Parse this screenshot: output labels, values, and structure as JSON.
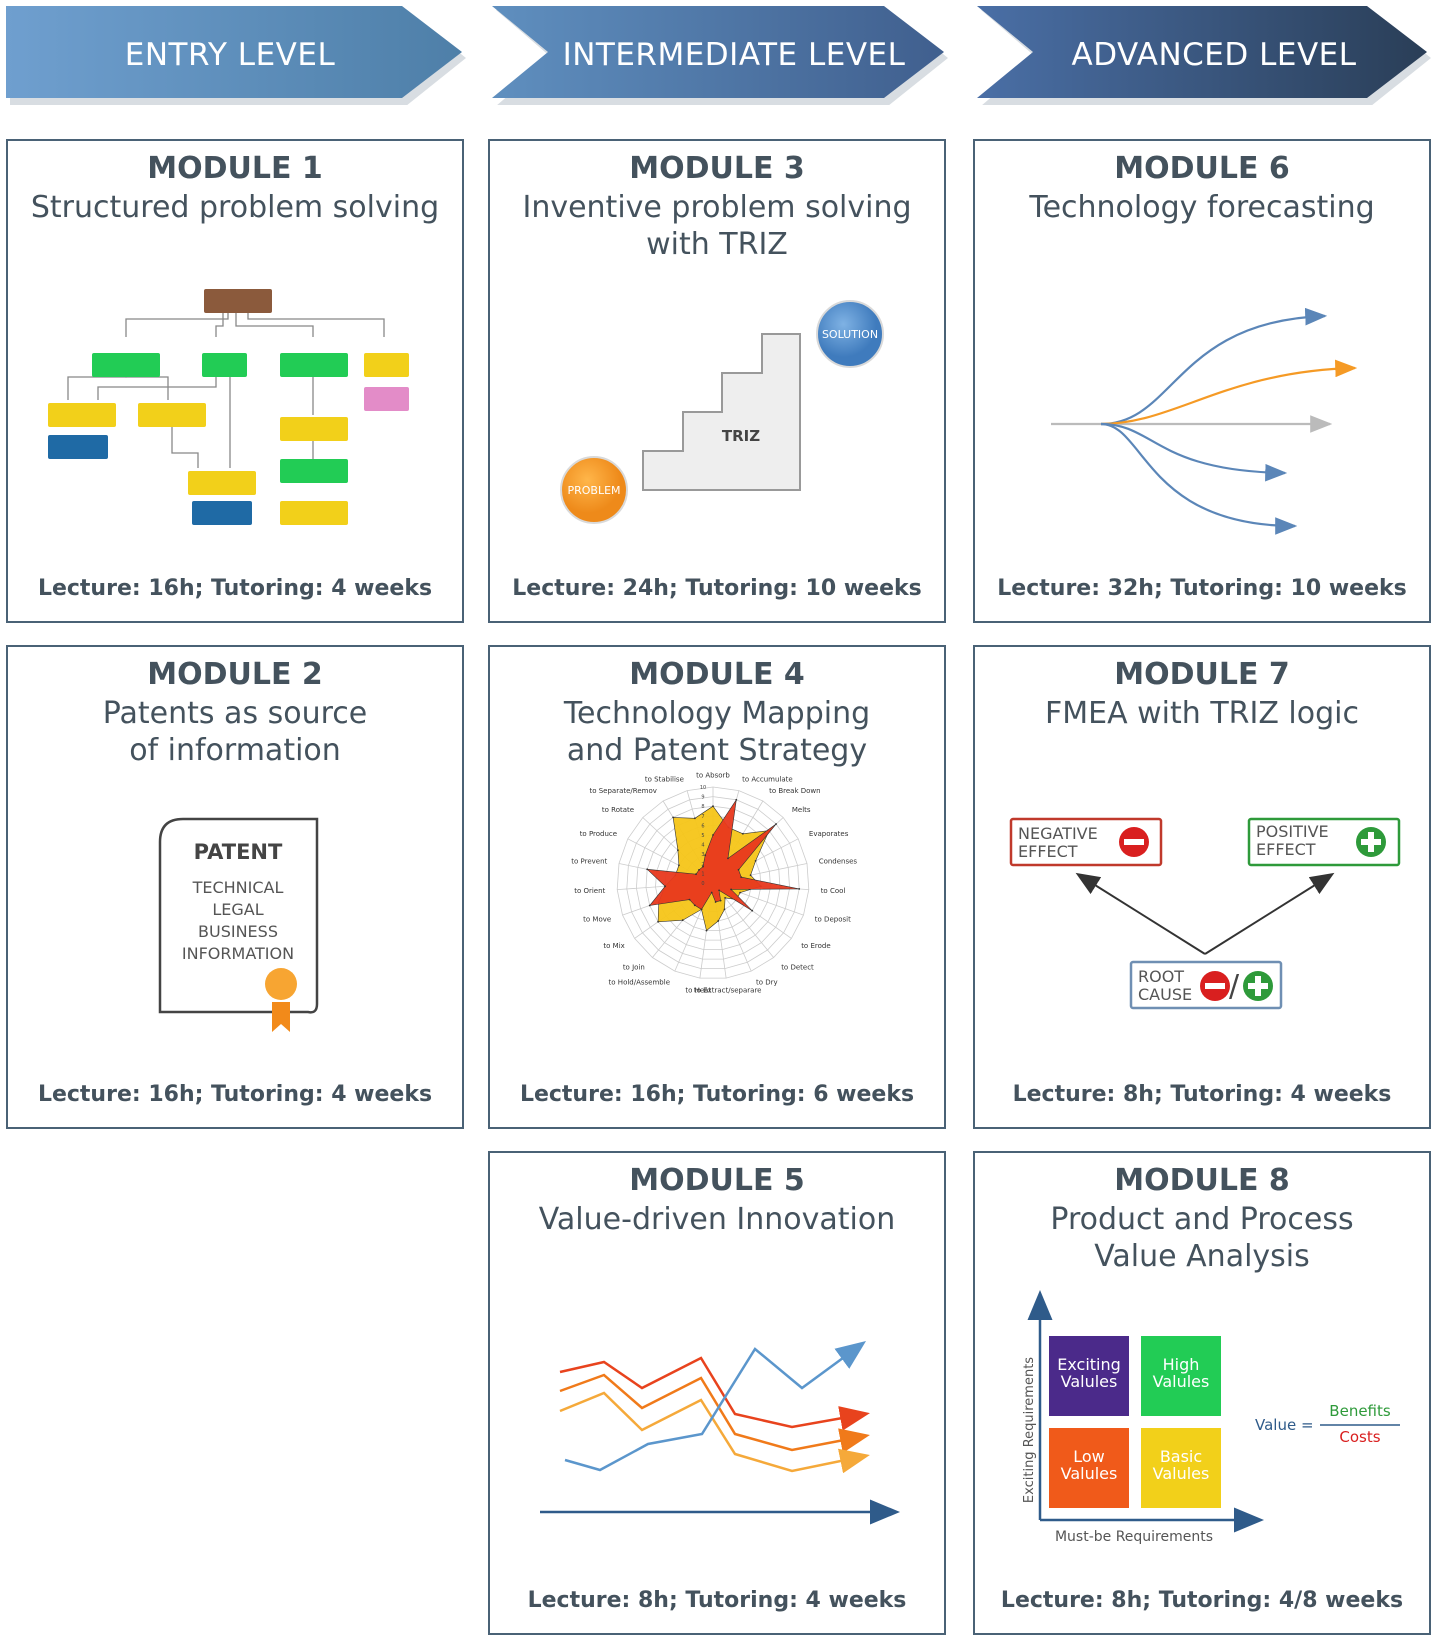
{
  "levels": [
    {
      "label": "ENTRY LEVEL"
    },
    {
      "label": "INTERMEDIATE LEVEL"
    },
    {
      "label": "ADVANCED LEVEL"
    }
  ],
  "modules": {
    "m1": {
      "number": "MODULE 1",
      "title": "Structured problem solving",
      "footer": "Lecture: 16h; Tutoring: 4 weeks"
    },
    "m2": {
      "number": "MODULE 2",
      "title": "Patents as source\nof information",
      "footer": "Lecture: 16h; Tutoring: 4 weeks",
      "patent": {
        "heading": "PATENT",
        "lines": [
          "TECHNICAL",
          "LEGAL",
          "BUSINESS",
          "INFORMATION"
        ]
      }
    },
    "m3": {
      "number": "MODULE 3",
      "title": "Inventive problem solving\nwith TRIZ",
      "footer": "Lecture: 24h; Tutoring: 10 weeks",
      "problem": "PROBLEM",
      "solution": "SOLUTION",
      "triz": "TRIZ"
    },
    "m4": {
      "number": "MODULE 4",
      "title": "Technology Mapping\nand Patent Strategy",
      "footer": "Lecture: 16h; Tutoring: 6 weeks",
      "radar_labels": [
        "to Absorb",
        "to Accumulate",
        "to Break Down",
        "Melts",
        "Evaporates",
        "Condenses",
        "to Cool",
        "to Deposit",
        "to Erode",
        "to Detect",
        "to Dry",
        "to Extract/separare",
        "to Heat",
        "to Hold/Assemble",
        "to Join",
        "to Mix",
        "to Move",
        "to Orient",
        "to Prevent",
        "to Produce",
        "to Rotate",
        "to Separate/Remov",
        "to Stabilise"
      ],
      "radar_ticks": [
        "10",
        "9",
        "8",
        "7",
        "6",
        "5",
        "4",
        "3",
        "2",
        "1",
        "0"
      ],
      "series": [
        {
          "color": "#f5c518",
          "values": [
            8,
            6,
            6,
            8,
            5,
            4,
            5,
            3,
            3,
            2,
            3,
            4,
            5,
            3,
            5,
            7,
            6,
            5,
            4,
            4,
            5,
            8,
            7
          ]
        },
        {
          "color": "#e8381e",
          "values": [
            5,
            9,
            3,
            9,
            3,
            3,
            9,
            2,
            5,
            1,
            2,
            2,
            1,
            3,
            3,
            3,
            7,
            5,
            7,
            2,
            2,
            2,
            3
          ]
        }
      ]
    },
    "m5": {
      "number": "MODULE 5",
      "title": "Value-driven Innovation",
      "footer": "Lecture: 8h; Tutoring: 4 weeks"
    },
    "m6": {
      "number": "MODULE 6",
      "title": "Technology forecasting",
      "footer": "Lecture: 32h; Tutoring: 10 weeks"
    },
    "m7": {
      "number": "MODULE 7",
      "title": "FMEA with TRIZ logic",
      "footer": "Lecture: 8h; Tutoring: 4 weeks",
      "negative": [
        "NEGATIVE",
        "EFFECT"
      ],
      "positive": [
        "POSITIVE",
        "EFFECT"
      ],
      "root": [
        "ROOT",
        "CAUSE"
      ],
      "slash": "/"
    },
    "m8": {
      "number": "MODULE 8",
      "title": "Product and Process\nValue Analysis",
      "footer": "Lecture: 8h; Tutoring: 4/8 weeks",
      "quadrants": {
        "exciting": [
          "Exciting",
          "Valules"
        ],
        "high": [
          "High",
          "Valules"
        ],
        "low": [
          "Low",
          "Valules"
        ],
        "basic": [
          "Basic",
          "Valules"
        ]
      },
      "y_axis": "Exciting Requirements",
      "x_axis": "Must-be Requirements",
      "formula": {
        "lhs": "Value =",
        "num": "Benefits",
        "den": "Costs"
      }
    }
  }
}
